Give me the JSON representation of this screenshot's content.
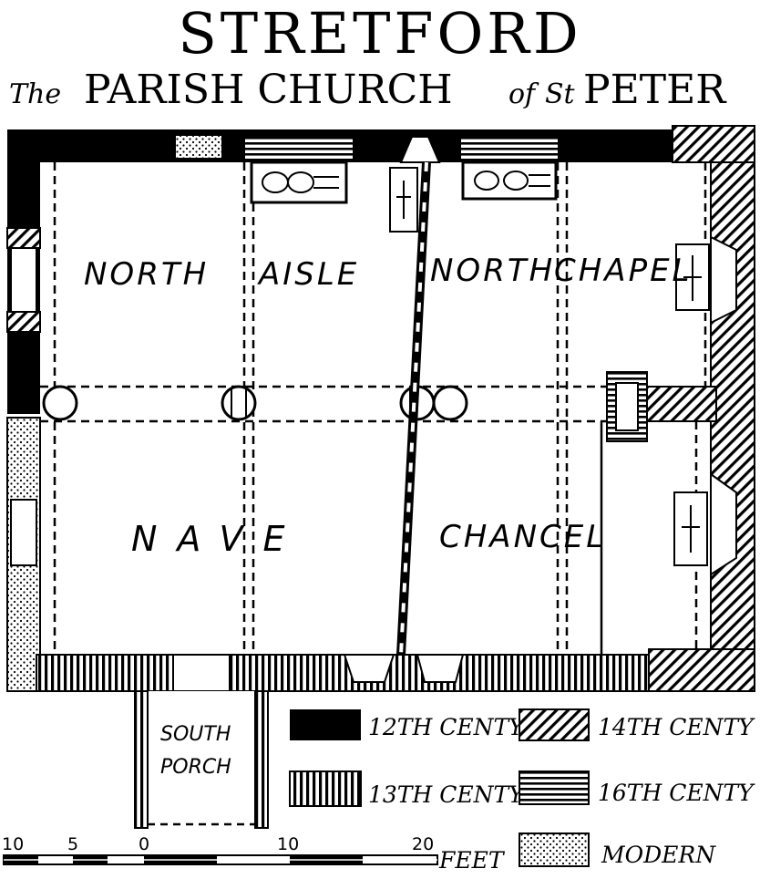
{
  "title": "STRETFORD",
  "subtitle": {
    "the": "The",
    "main": "PARISH CHURCH",
    "of": "of",
    "st": "St",
    "saint": "PETER"
  },
  "rooms": {
    "north_aisle_1": "NORTH",
    "north_aisle_2": "AISLE",
    "north_chapel_1": "NORTH",
    "north_chapel_2": "CHAPEL",
    "nave": "NAVE",
    "chancel": "CHANCEL",
    "south_porch_1": "SOUTH",
    "south_porch_2": "PORCH"
  },
  "legend": [
    {
      "label": "12TH CENTY",
      "pattern": "solid"
    },
    {
      "label": "14TH CENTY",
      "pattern": "diagonal"
    },
    {
      "label": "13TH CENTY",
      "pattern": "vertical"
    },
    {
      "label": "16TH CENTY",
      "pattern": "horizontal"
    },
    {
      "label": "MODERN",
      "pattern": "dots"
    }
  ],
  "scale": {
    "ticks": [
      "10",
      "5",
      "0",
      "10",
      "20"
    ],
    "unit": "FEET"
  },
  "colors": {
    "ink": "#000000",
    "paper": "#ffffff"
  }
}
